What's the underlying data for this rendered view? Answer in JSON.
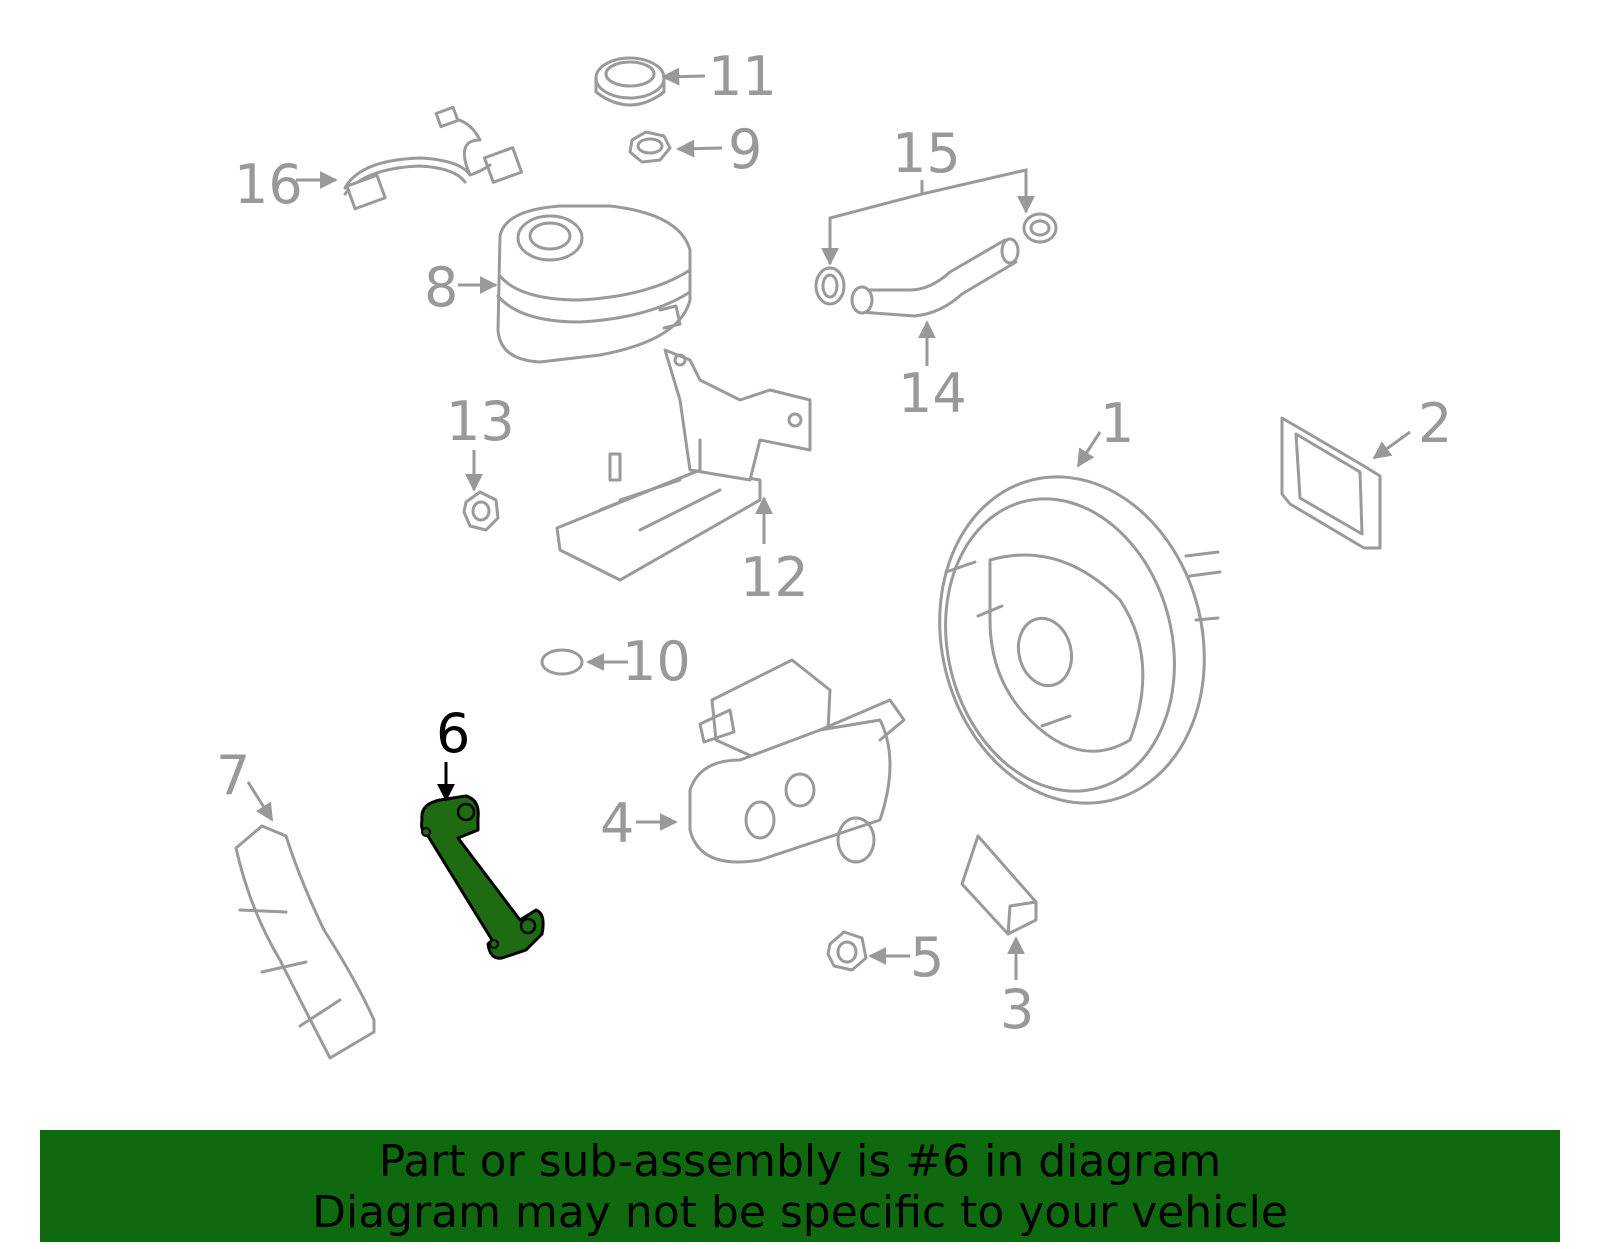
{
  "callouts": {
    "c1": "1",
    "c2": "2",
    "c3": "3",
    "c4": "4",
    "c5": "5",
    "c6": "6",
    "c7": "7",
    "c8": "8",
    "c9": "9",
    "c10": "10",
    "c11": "11",
    "c12": "12",
    "c13": "13",
    "c14": "14",
    "c15": "15",
    "c16": "16"
  },
  "highlight": {
    "part": "6",
    "color": "#1e6b12"
  },
  "footer": {
    "line1": "Part or sub-assembly is #6 in diagram",
    "line2": "Diagram may not be specific to your vehicle",
    "background": "#0f6a0f"
  }
}
